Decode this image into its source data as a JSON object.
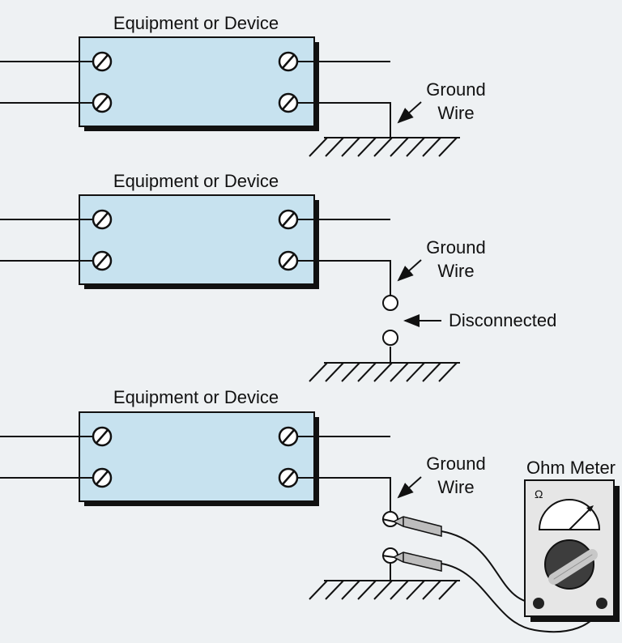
{
  "diagrams": [
    {
      "device_label": "Equipment or Device",
      "ground_label_line1": "Ground",
      "ground_label_line2": "Wire"
    },
    {
      "device_label": "Equipment or Device",
      "ground_label_line1": "Ground",
      "ground_label_line2": "Wire",
      "status_label": "Disconnected"
    },
    {
      "device_label": "Equipment or Device",
      "ground_label_line1": "Ground",
      "ground_label_line2": "Wire",
      "meter_label": "Ohm Meter",
      "meter_symbol": "Ω"
    }
  ],
  "colors": {
    "background": "#eef1f3",
    "device_fill": "#c7e2ef",
    "line": "#111111"
  },
  "icons": [
    "screw-terminal-icon",
    "ground-symbol-icon",
    "ohm-meter-icon",
    "test-probe-icon"
  ]
}
